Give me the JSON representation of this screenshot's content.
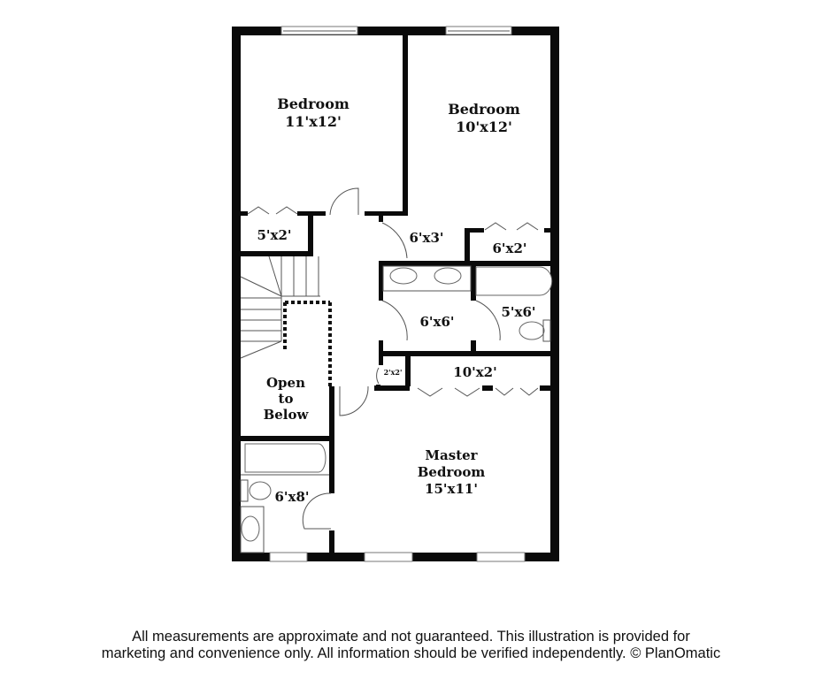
{
  "floorplan": {
    "rooms": [
      {
        "id": "bedroom-1",
        "name": "Bedroom",
        "size": "11'x12'"
      },
      {
        "id": "bedroom-2",
        "name": "Bedroom",
        "size": "10'x12'"
      },
      {
        "id": "closet-1",
        "name": "",
        "size": "5'x2'"
      },
      {
        "id": "hall-closet",
        "name": "",
        "size": "6'x3'"
      },
      {
        "id": "closet-2",
        "name": "",
        "size": "6'x2'"
      },
      {
        "id": "bath-vanity",
        "name": "",
        "size": "6'x6'"
      },
      {
        "id": "bath-2",
        "name": "",
        "size": "5'x6'"
      },
      {
        "id": "linen",
        "name": "",
        "size": "2'x2'"
      },
      {
        "id": "master-closet",
        "name": "",
        "size": "10'x2'"
      },
      {
        "id": "open-to-below",
        "name_lines": [
          "Open",
          "to",
          "Below"
        ],
        "size": ""
      },
      {
        "id": "master-bath",
        "name": "",
        "size": "6'x8'"
      },
      {
        "id": "master-bedroom",
        "name_lines": [
          "Master",
          "Bedroom"
        ],
        "size": "15'x11'"
      }
    ]
  },
  "disclaimer": {
    "line1": "All measurements are approximate and not guaranteed. This illustration is provided for",
    "line2": "marketing and convenience only. All information should be verified independently. © PlanOmatic"
  }
}
